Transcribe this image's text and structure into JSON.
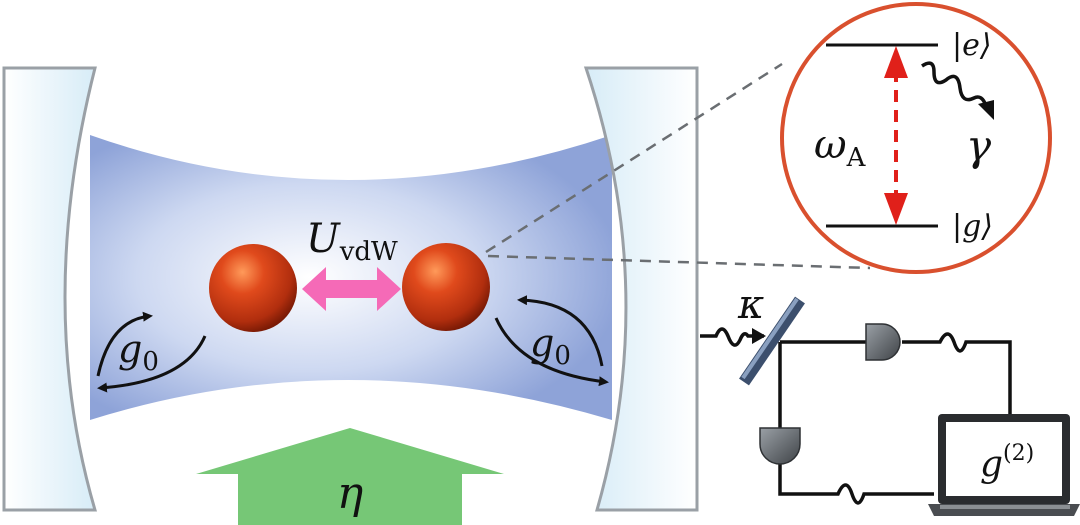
{
  "labels": {
    "interaction": {
      "main": "U",
      "sub": "vdW"
    },
    "coupling_left": {
      "main": "g",
      "sub": "0"
    },
    "coupling_right": {
      "main": "g",
      "sub": "0"
    },
    "pump": "η",
    "decay_cavity": "κ",
    "atom_frequency": {
      "main": "ω",
      "sub": "A"
    },
    "spontaneous_decay": "γ",
    "excited_state": "|e⟩",
    "ground_state": "|g⟩",
    "correlation": {
      "main": "g",
      "sup": "(2)"
    }
  },
  "colors": {
    "cavity_mode": "#9fb2e0",
    "mirror_fill": "#e4f2fa",
    "mirror_edge": "#9aa0a6",
    "atom": "#c8401c",
    "interaction_arrow": "#f56ab7",
    "pump_arrow": "#76c776",
    "zoom_circle": "#d9502e",
    "transition_arrow": "#e0201a",
    "detector": "#6b6f73",
    "beamsplitter": "#4f6585"
  }
}
